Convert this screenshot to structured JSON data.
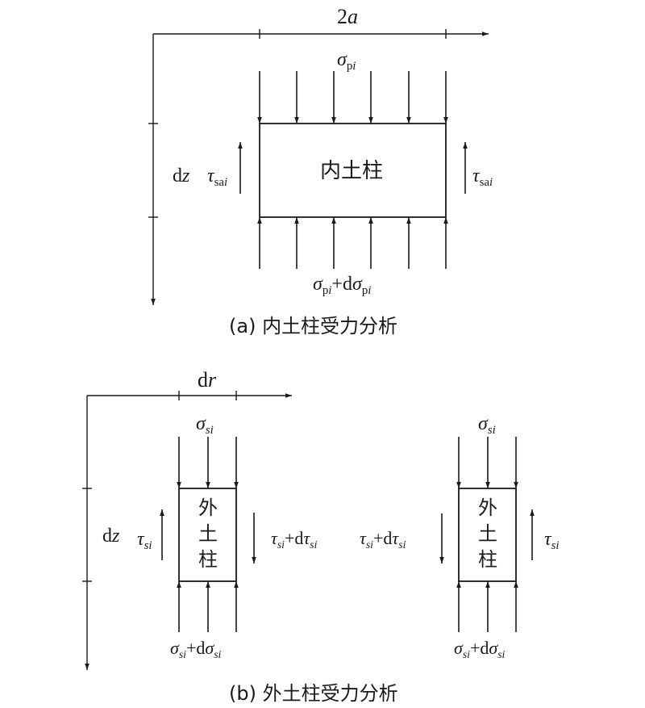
{
  "panel_a": {
    "dim_top": {
      "num": "2",
      "var": "a"
    },
    "sigma_top": {
      "sym": "σ",
      "sub": "p",
      "sub_it": "i"
    },
    "dz": {
      "d": "d",
      "var": "z"
    },
    "tau_left": {
      "sym": "τ",
      "sub": "sa",
      "sub_it": "i"
    },
    "tau_right": {
      "sym": "τ",
      "sub": "sa",
      "sub_it": "i"
    },
    "box_label": "内土柱",
    "sigma_bottom": {
      "sym": "σ",
      "sub": "p",
      "sub_it": "i",
      "plus": "+d",
      "sym2": "σ",
      "sub2": "p",
      "sub2_it": "i"
    },
    "caption": "(a) 内土柱受力分析"
  },
  "panel_b": {
    "dim_top": {
      "d": "d",
      "var": "r"
    },
    "dz": {
      "d": "d",
      "var": "z"
    },
    "left": {
      "sigma_top": {
        "sym": "σ",
        "sub_it": "si"
      },
      "tau_outer": {
        "sym": "τ",
        "sub_it": "si"
      },
      "box_chars": [
        "外",
        "土",
        "柱"
      ],
      "tau_inner": {
        "sym": "τ",
        "sub_it": "si",
        "plus": "+d",
        "sym2": "τ",
        "sub2_it": "si"
      },
      "sigma_bottom": {
        "sym": "σ",
        "sub_it": "si",
        "plus": "+d",
        "sym2": "σ",
        "sub2_it": "si"
      }
    },
    "right": {
      "sigma_top": {
        "sym": "σ",
        "sub_it": "si"
      },
      "tau_inner": {
        "sym": "τ",
        "sub_it": "si",
        "plus": "+d",
        "sym2": "τ",
        "sub2_it": "si"
      },
      "box_chars": [
        "外",
        "土",
        "柱"
      ],
      "tau_outer": {
        "sym": "τ",
        "sub_it": "si"
      },
      "sigma_bottom": {
        "sym": "σ",
        "sub_it": "si",
        "plus": "+d",
        "sym2": "σ",
        "sub2_it": "si"
      }
    },
    "caption": "(b) 外土柱受力分析"
  }
}
